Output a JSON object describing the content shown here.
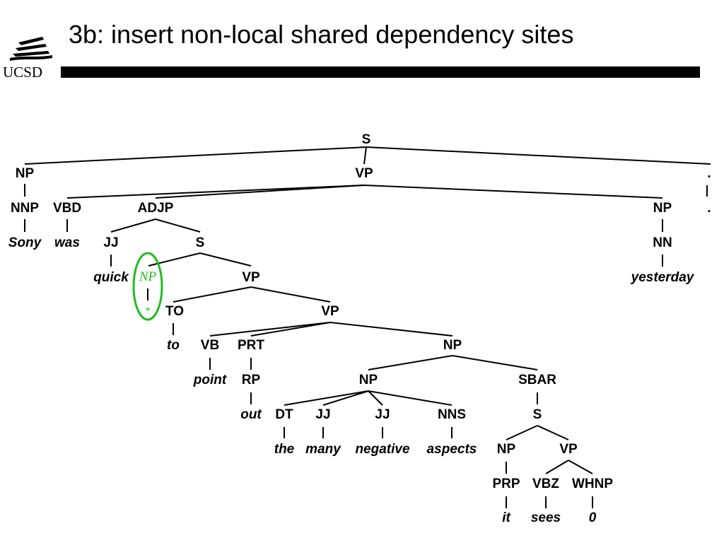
{
  "slide": {
    "title": "3b: insert non-local shared dependency sites",
    "logo_text": "UCSD",
    "logo_icon": "ucsd-wave-icon",
    "highlight_color": "#22bb22",
    "text_color": "#000000"
  },
  "tree": {
    "nodes": {
      "S_root": "S",
      "NP_subj": "NP",
      "VP_main": "VP",
      "punct": ".",
      "NNP": "NNP",
      "VBD": "VBD",
      "ADJP": "ADJP",
      "NP_time": "NP",
      "Sony": "Sony",
      "was": "was",
      "JJ_quick": "JJ",
      "S_inner": "S",
      "NN": "NN",
      "quick": "quick",
      "NP_trace": "NP",
      "VP_inner": "VP",
      "yesterday": "yesterday",
      "trace_star": "*",
      "TO": "TO",
      "VP_point": "VP",
      "to": "to",
      "VB": "VB",
      "PRT": "PRT",
      "NP_obj": "NP",
      "point": "point",
      "RP": "RP",
      "NP_aspects": "NP",
      "SBAR": "SBAR",
      "out": "out",
      "DT": "DT",
      "JJ_many": "JJ",
      "JJ_negative": "JJ",
      "NNS": "NNS",
      "S_rel": "S",
      "the": "the",
      "many": "many",
      "negative": "negative",
      "aspects": "aspects",
      "NP_it": "NP",
      "VP_sees": "VP",
      "PRP": "PRP",
      "VBZ": "VBZ",
      "WHNP": "WHNP",
      "it": "it",
      "sees": "sees",
      "zero": "0"
    }
  }
}
